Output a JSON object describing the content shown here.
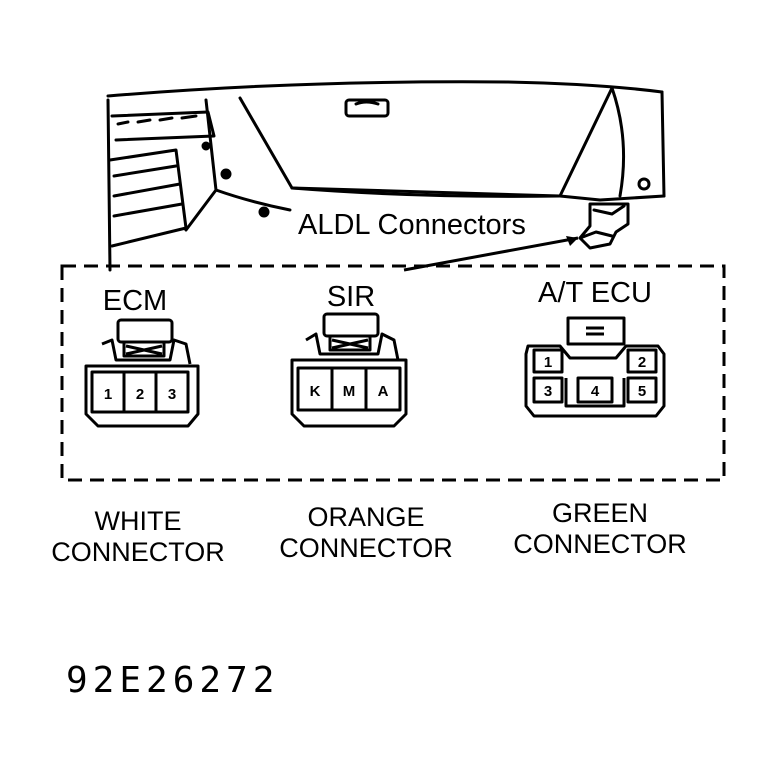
{
  "callout": "ALDL Connectors",
  "connectors": [
    {
      "name": "ECM",
      "pins": [
        "1",
        "2",
        "3"
      ],
      "color_line1": "WHITE",
      "color_line2": "CONNECTOR"
    },
    {
      "name": "SIR",
      "pins": [
        "K",
        "M",
        "A"
      ],
      "color_line1": "ORANGE",
      "color_line2": "CONNECTOR"
    },
    {
      "name": "A/T ECU",
      "pins": [
        "1",
        "2",
        "3",
        "4",
        "5"
      ],
      "color_line1": "GREEN",
      "color_line2": "CONNECTOR"
    }
  ],
  "figure_code": "92E26272"
}
